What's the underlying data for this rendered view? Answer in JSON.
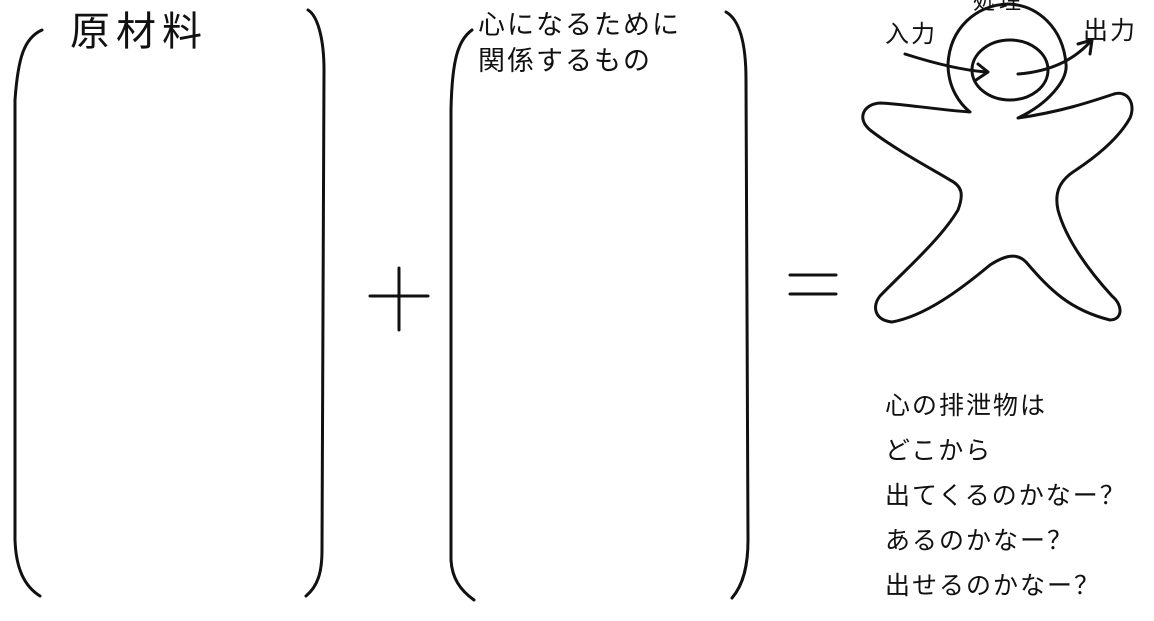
{
  "labels": {
    "raw_materials": "原材料",
    "related_to_mind": "心になるために\n関係するもの",
    "plus": "+",
    "equals": "=",
    "input": "入力",
    "process": "処理",
    "output": "出力"
  },
  "question": {
    "lines": [
      "心の排泄物は",
      "どこから",
      "出てくるのかなー？",
      "あるのかなー？",
      "出せるのかなー？"
    ]
  },
  "colors": {
    "ink": "#111111",
    "paper": "#ffffff"
  }
}
